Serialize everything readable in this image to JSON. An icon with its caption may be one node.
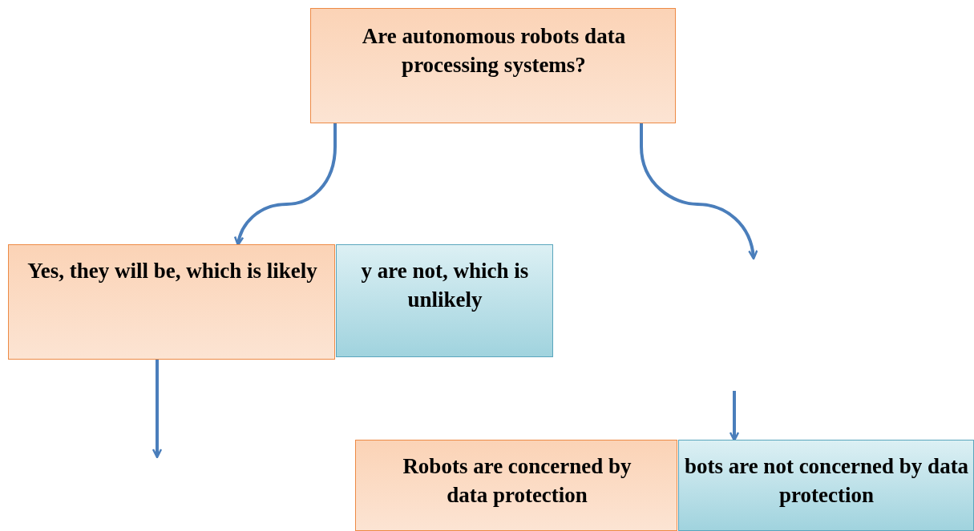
{
  "diagram": {
    "nodes": [
      {
        "text": [
          "Are autonomous robots data processing systems?"
        ]
      },
      {
        "text": [
          "Yes, they will be, which is likely"
        ]
      },
      {
        "text": [
          "y are not, which is unlikely"
        ]
      },
      {
        "text": [
          "Robots are concerned by data protection"
        ]
      },
      {
        "text": [
          "bots are not concerned by data protection"
        ]
      }
    ],
    "edges": [
      {
        "from": 0,
        "to": 1,
        "arrow": "to"
      },
      {
        "from": 0,
        "to": null,
        "arrow": "to"
      },
      {
        "from": 1,
        "to": null,
        "arrow": "to"
      },
      {
        "from": null,
        "to": 4,
        "arrow": "to"
      }
    ]
  }
}
